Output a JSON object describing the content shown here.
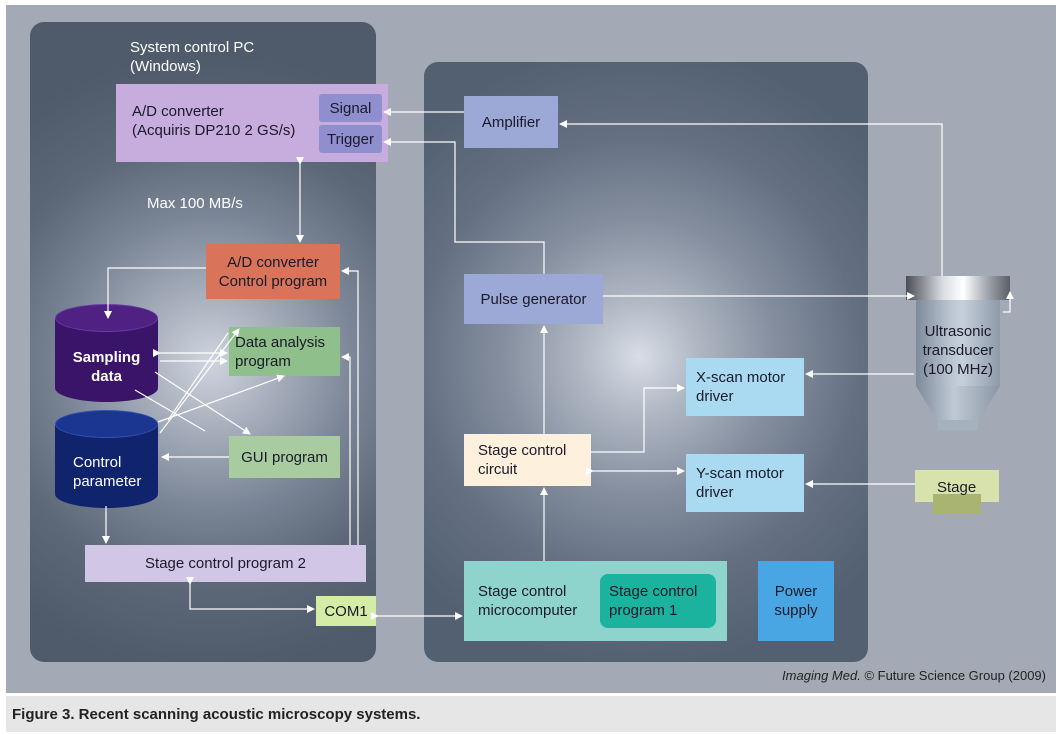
{
  "title": "System control PC",
  "subtitle": "(Windows)",
  "ad_converter": {
    "line1": "A/D converter",
    "line2": "(Acquiris DP210 2 GS/s)"
  },
  "signal_label": "Signal",
  "trigger_label": "Trigger",
  "max_rate": "Max 100 MB/s",
  "ad_program": {
    "line1": "A/D converter",
    "line2": "Control program"
  },
  "data_analysis": {
    "line1": "Data analysis",
    "line2": "program"
  },
  "gui_program": "GUI program",
  "sampling_data": {
    "line1": "Sampling",
    "line2": "data"
  },
  "control_parameter": {
    "line1": "Control",
    "line2": "parameter"
  },
  "stage_program2": "Stage control program 2",
  "com1": "COM1",
  "amplifier": "Amplifier",
  "pulse_generator": "Pulse generator",
  "xscan": {
    "line1": "X-scan motor",
    "line2": "driver"
  },
  "yscan": {
    "line1": "Y-scan motor",
    "line2": "driver"
  },
  "stage_circuit": {
    "line1": "Stage control",
    "line2": "circuit"
  },
  "microcomputer": {
    "line1": "Stage control",
    "line2": "microcomputer"
  },
  "stage_program1": {
    "line1": "Stage control",
    "line2": "program 1"
  },
  "power_supply": {
    "line1": "Power",
    "line2": "supply"
  },
  "transducer": {
    "line1": "Ultrasonic",
    "line2": "transducer",
    "line3": "(100 MHz)"
  },
  "stage": "Stage",
  "credit": {
    "journal": "Imaging Med.",
    "rest": "© Future Science Group (2009)"
  },
  "caption": "Figure 3. Recent scanning acoustic microscopy systems.",
  "colors": {
    "ad_converter": "#c6addd",
    "signal_box": "#8f8fd0",
    "amplifier": "#9ca8d6",
    "ad_program": "#d9745a",
    "analysis": "#8fbf8a",
    "gui": "#a8cca0",
    "sampling": "#3a1468",
    "control": "#10246e",
    "stage_prog2": "#d2c6e6",
    "com1": "#d4eca6",
    "xscan": "#a9daf2",
    "circuit": "#fdf1de",
    "micro": "#8fd4cc",
    "prog1": "#1bb29e",
    "power": "#4aa6e2",
    "stage": "#d8e2ac",
    "lines": "#ffffff"
  }
}
